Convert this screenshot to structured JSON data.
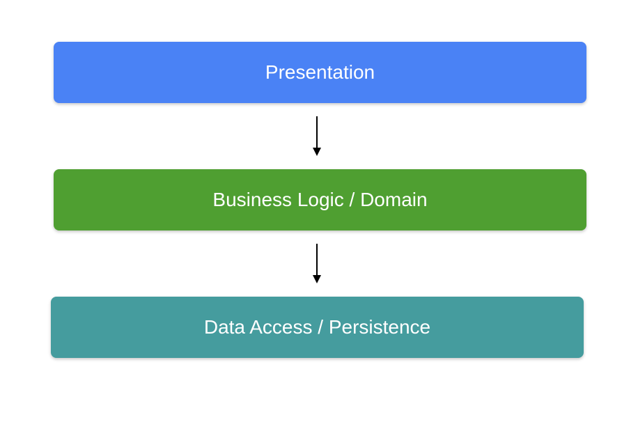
{
  "layers": [
    {
      "label": "Presentation",
      "color": "#4a82f5"
    },
    {
      "label": "Business Logic / Domain",
      "color": "#4f9f31"
    },
    {
      "label": "Data Access / Persistence",
      "color": "#459c9e"
    }
  ],
  "arrows": [
    {
      "from": "Presentation",
      "to": "Business Logic / Domain",
      "color": "#000000"
    },
    {
      "from": "Business Logic / Domain",
      "to": "Data Access / Persistence",
      "color": "#000000"
    }
  ]
}
